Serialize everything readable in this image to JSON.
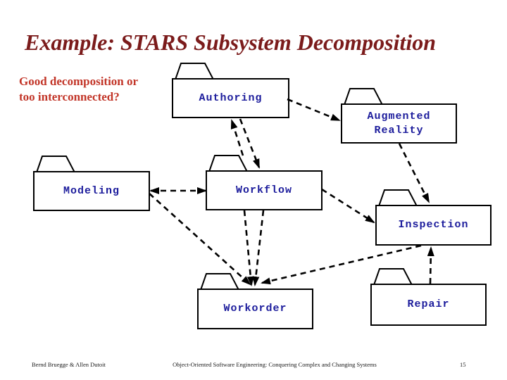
{
  "slide": {
    "title": "Example: STARS Subsystem Decomposition",
    "annotation": "Good decomposition or\ntoo interconnected?",
    "footer": {
      "authors": "Bernd Bruegge & Allen Dutoit",
      "book": "Object-Oriented Software Engineering: Conquering Complex and Changing Systems",
      "page": "15"
    }
  },
  "diagram": {
    "type": "uml-package-dependency-diagram",
    "edge_style": "dashed-arrow",
    "packages": [
      {
        "id": "authoring",
        "label": "Authoring"
      },
      {
        "id": "augmented-reality",
        "label": "Augmented\nReality"
      },
      {
        "id": "modeling",
        "label": "Modeling"
      },
      {
        "id": "workflow",
        "label": "Workflow"
      },
      {
        "id": "inspection",
        "label": "Inspection"
      },
      {
        "id": "workorder",
        "label": "Workorder"
      },
      {
        "id": "repair",
        "label": "Repair"
      }
    ],
    "dependencies": [
      {
        "from": "Authoring",
        "to": "Augmented Reality"
      },
      {
        "from": "Workflow",
        "to": "Authoring"
      },
      {
        "from": "Authoring",
        "to": "Workflow"
      },
      {
        "from": "Modeling",
        "to": "Workflow",
        "bidirectional": true
      },
      {
        "from": "Modeling",
        "to": "Workorder"
      },
      {
        "from": "Workflow",
        "to": "Workorder"
      },
      {
        "from": "Workflow",
        "to": "Workorder"
      },
      {
        "from": "Workflow",
        "to": "Inspection"
      },
      {
        "from": "Augmented Reality",
        "to": "Inspection"
      },
      {
        "from": "Inspection",
        "to": "Workorder"
      },
      {
        "from": "Repair",
        "to": "Inspection"
      }
    ]
  },
  "colors": {
    "title": "#7b1b1b",
    "annotation": "#c23528",
    "package_label": "#1c1c9c",
    "line": "#000000",
    "background": "#ffffff"
  }
}
